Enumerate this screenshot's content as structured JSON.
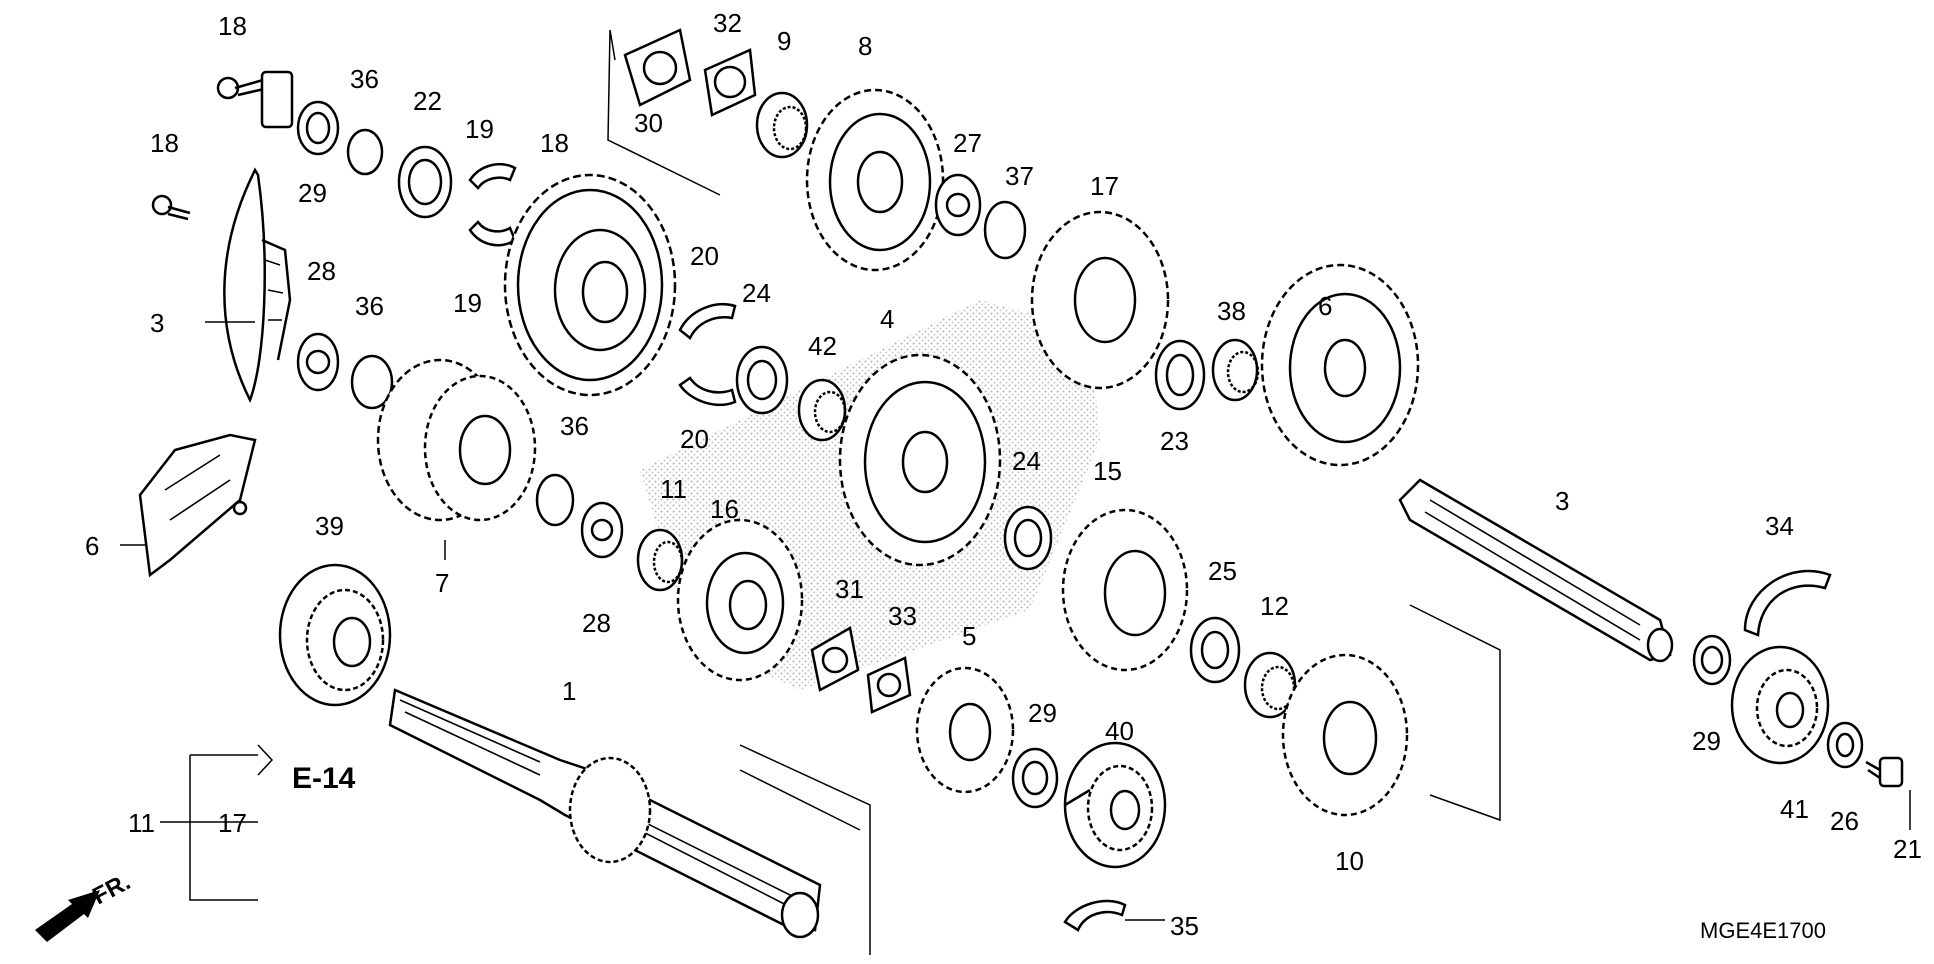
{
  "diagram": {
    "code": "MGE4E1700",
    "direction_label": "FR.",
    "reference": "E-14",
    "labels": {
      "l18a": "18",
      "l36a": "36",
      "l22": "22",
      "l19a": "19",
      "l29a": "29",
      "l18b": "18",
      "l18c": "18",
      "l3a": "3",
      "l28a": "28",
      "l36b": "36",
      "l19b": "19",
      "l6a": "6",
      "l36c": "36",
      "l7": "7",
      "l39": "39",
      "l11a": "11",
      "l17a": "17",
      "l1": "1",
      "l30": "30",
      "l32": "32",
      "l9": "9",
      "l8": "8",
      "l27": "27",
      "l37": "37",
      "l17b": "17",
      "l20a": "20",
      "l20b": "20",
      "l24a": "24",
      "l42": "42",
      "l4": "4",
      "l11b": "11",
      "l16": "16",
      "l28b": "28",
      "l31": "31",
      "l33": "33",
      "l24b": "24",
      "l5": "5",
      "l29b": "29",
      "l40": "40",
      "l35": "35",
      "l15": "15",
      "l25": "25",
      "l12": "12",
      "l38": "38",
      "l23": "23",
      "l6b": "6",
      "l3b": "3",
      "l10": "10",
      "l34": "34",
      "l29c": "29",
      "l41": "41",
      "l26": "26",
      "l21": "21"
    }
  }
}
